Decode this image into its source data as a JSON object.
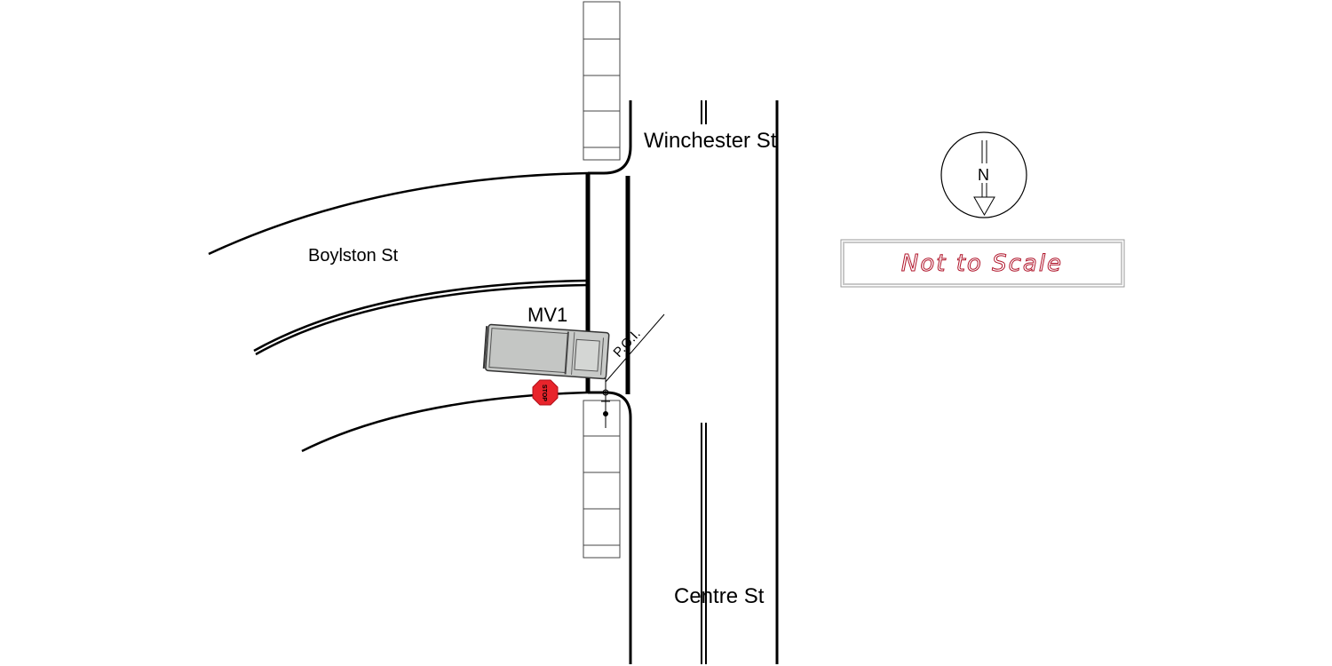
{
  "streets": {
    "winchester": "Winchester St",
    "boylston": "Boylston St",
    "centre": "Centre St"
  },
  "vehicle": {
    "label": "MV1"
  },
  "poi": {
    "label": "P.O.I."
  },
  "stop_sign": {
    "label": "STOP",
    "color": "#e8242b"
  },
  "north_arrow": {
    "label": "N"
  },
  "scale_note": {
    "text": "Not to Scale",
    "color": "#b0142a"
  },
  "colors": {
    "vehicle_body": "#c8cac8"
  }
}
